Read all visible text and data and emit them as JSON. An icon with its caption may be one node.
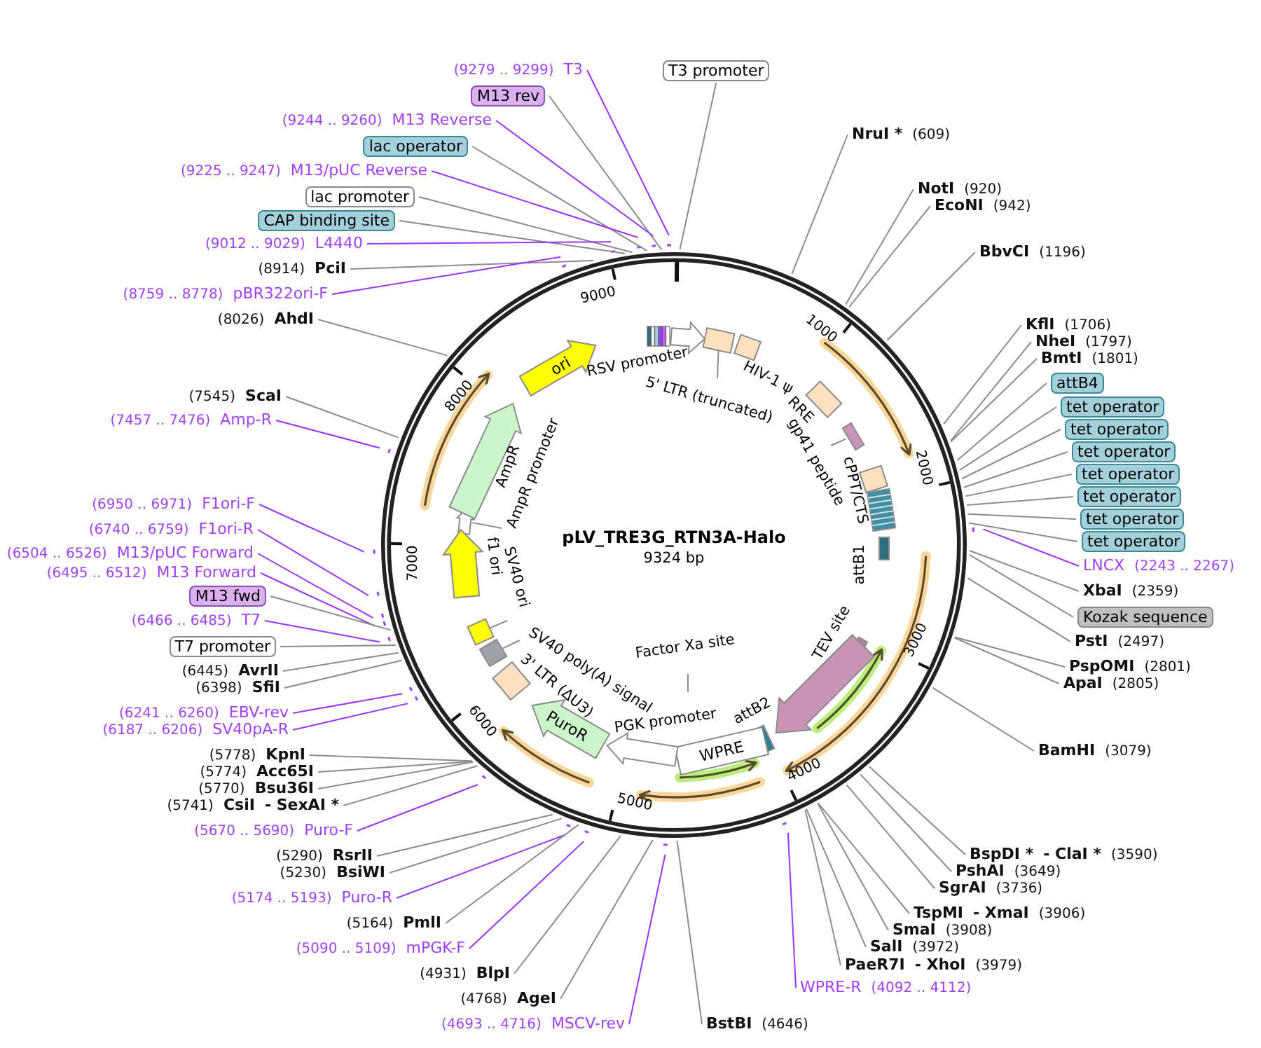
{
  "diagram": {
    "title": "pLV_TRE3G_RTN3A-Halo",
    "nodes": [
      {
        "text": [
          "(9279 .. 9299)",
          "T3"
        ]
      },
      {
        "text": [
          "M13 rev"
        ]
      },
      {
        "text": [
          "(9244 .. 9260)",
          "M13 Reverse"
        ]
      },
      {
        "text": [
          "lac operator"
        ]
      },
      {
        "text": [
          "(9225 .. 9247)",
          "M13/pUC Reverse"
        ]
      },
      {
        "text": [
          "lac promoter"
        ]
      },
      {
        "text": [
          "CAP binding site"
        ]
      },
      {
        "text": [
          "(9012 .. 9029)",
          "L4440"
        ]
      },
      {
        "text": [
          "(8914)",
          "PciI"
        ]
      },
      {
        "text": [
          "(8759 .. 8778)",
          "pBR322ori-F"
        ]
      },
      {
        "text": [
          "(8026)",
          "AhdI"
        ]
      },
      {
        "text": [
          "(7545)",
          "ScaI"
        ]
      },
      {
        "text": [
          "(7457 .. 7476)",
          "Amp-R"
        ]
      },
      {
        "text": [
          "(6950 .. 6971)",
          "F1ori-F"
        ]
      },
      {
        "text": [
          "(6740 .. 6759)",
          "F1ori-R"
        ]
      },
      {
        "text": [
          "(6504 .. 6526)",
          "M13/pUC Forward"
        ]
      },
      {
        "text": [
          "(6495 .. 6512)",
          "M13 Forward"
        ]
      },
      {
        "text": [
          "M13 fwd"
        ]
      },
      {
        "text": [
          "(6466 .. 6485)",
          "T7"
        ]
      },
      {
        "text": [
          "T7 promoter"
        ]
      },
      {
        "text": [
          "(6445)",
          "AvrII"
        ]
      },
      {
        "text": [
          "(6398)",
          "SfiI"
        ]
      },
      {
        "text": [
          "(6241 .. 6260)",
          "EBV-rev"
        ]
      },
      {
        "text": [
          "(6187 .. 6206)",
          "SV40pA-R"
        ]
      },
      {
        "text": [
          "(5778)",
          "KpnI"
        ]
      },
      {
        "text": [
          "(5774)",
          "Acc65I"
        ]
      },
      {
        "text": [
          "(5770)",
          "Bsu36I"
        ]
      },
      {
        "text": [
          "(5741)",
          "CsiI",
          "- SexAI *"
        ]
      },
      {
        "text": [
          "(5670 .. 5690)",
          "Puro-F"
        ]
      },
      {
        "text": [
          "(5290)",
          "RsrII"
        ]
      },
      {
        "text": [
          "(5230)",
          "BsiWI"
        ]
      },
      {
        "text": [
          "(5174 .. 5193)",
          "Puro-R"
        ]
      },
      {
        "text": [
          "(5164)",
          "PmlI"
        ]
      },
      {
        "text": [
          "(5090 .. 5109)",
          "mPGK-F"
        ]
      },
      {
        "text": [
          "(4931)",
          "BlpI"
        ]
      },
      {
        "text": [
          "(4768)",
          "AgeI"
        ]
      },
      {
        "text": [
          "(4693 .. 4716)",
          "MSCV-rev"
        ]
      },
      {
        "text": [
          "T3 promoter"
        ]
      },
      {
        "text": [
          "NruI *",
          "(609)"
        ]
      },
      {
        "text": [
          "NotI",
          "(920)"
        ]
      },
      {
        "text": [
          "EcoNI",
          "(942)"
        ]
      },
      {
        "text": [
          "BbvCI",
          "(1196)"
        ]
      },
      {
        "text": [
          "KflI",
          "(1706)"
        ]
      },
      {
        "text": [
          "NheI",
          "(1797)"
        ]
      },
      {
        "text": [
          "BmtI",
          "(1801)"
        ]
      },
      {
        "text": [
          "attB4"
        ]
      },
      {
        "text": [
          "tet operator"
        ]
      },
      {
        "text": [
          "tet operator"
        ]
      },
      {
        "text": [
          "tet operator"
        ]
      },
      {
        "text": [
          "tet operator"
        ]
      },
      {
        "text": [
          "tet operator"
        ]
      },
      {
        "text": [
          "tet operator"
        ]
      },
      {
        "text": [
          "tet operator"
        ]
      },
      {
        "text": [
          "LNCX",
          "(2243 .. 2267)"
        ]
      },
      {
        "text": [
          "XbaI",
          "(2359)"
        ]
      },
      {
        "text": [
          "Kozak sequence"
        ]
      },
      {
        "text": [
          "PstI",
          "(2497)"
        ]
      },
      {
        "text": [
          "PspOMI",
          "(2801)"
        ]
      },
      {
        "text": [
          "ApaI",
          "(2805)"
        ]
      },
      {
        "text": [
          "BamHI",
          "(3079)"
        ]
      },
      {
        "text": [
          "BspDI *",
          "- ClaI *",
          "(3590)"
        ]
      },
      {
        "text": [
          "PshAI",
          "(3649)"
        ]
      },
      {
        "text": [
          "SgrAI",
          "(3736)"
        ]
      },
      {
        "text": [
          "TspMI",
          "- XmaI",
          "(3906)"
        ]
      },
      {
        "text": [
          "SmaI",
          "(3908)"
        ]
      },
      {
        "text": [
          "SalI",
          "(3972)"
        ]
      },
      {
        "text": [
          "PaeR7I",
          "- XhoI",
          "(3979)"
        ]
      },
      {
        "text": [
          "WPRE-R",
          "(4092 .. 4112)"
        ]
      },
      {
        "text": [
          "BstBI",
          "(4646)"
        ]
      },
      {
        "text": [
          "ori"
        ]
      },
      {
        "text": [
          "PuroR"
        ]
      },
      {
        "text": [
          "WPRE"
        ]
      },
      {
        "text": [],
        "shape": "arrow"
      },
      {
        "text": [
          "5' LTR (truncated)"
        ]
      },
      {
        "text": [
          "gp41 peptide"
        ]
      },
      {
        "text": [
          "AmpR promoter"
        ]
      },
      {
        "text": [
          "SV40 ori"
        ]
      },
      {
        "text": [
          "SV40 poly(A) signal"
        ]
      },
      {
        "text": [
          "Factor Xa site"
        ]
      },
      {
        "text": [],
        "shape": "box"
      },
      {
        "text": [],
        "shape": "box"
      },
      {
        "text": [],
        "shape": "arrow"
      },
      {
        "text": [],
        "shape": "box"
      },
      {
        "text": [],
        "shape": "box"
      },
      {
        "text": [],
        "shape": "arrow"
      },
      {
        "text": [],
        "shape": "arrow"
      },
      {
        "text": [],
        "shape": "arrow"
      },
      {
        "text": [],
        "shape": "arrow"
      }
    ],
    "edges": [
      {
        "from": 0,
        "to": null,
        "arrow": "none",
        "color": "#9933ff"
      },
      {
        "from": 1,
        "to": null,
        "arrow": "none"
      },
      {
        "from": 2,
        "to": null,
        "arrow": "none",
        "color": "#9933ff"
      },
      {
        "from": 3,
        "to": null,
        "arrow": "none"
      },
      {
        "from": 4,
        "to": null,
        "arrow": "none",
        "color": "#9933ff"
      },
      {
        "from": 5,
        "to": null,
        "arrow": "none"
      },
      {
        "from": 6,
        "to": null,
        "arrow": "none"
      },
      {
        "from": 7,
        "to": null,
        "arrow": "none",
        "color": "#9933ff"
      },
      {
        "from": 8,
        "to": null,
        "arrow": "none"
      },
      {
        "from": 9,
        "to": null,
        "arrow": "none",
        "color": "#9933ff"
      },
      {
        "from": 10,
        "to": null,
        "arrow": "none"
      },
      {
        "from": 11,
        "to": null,
        "arrow": "none"
      },
      {
        "from": 12,
        "to": null,
        "arrow": "none",
        "color": "#9933ff"
      },
      {
        "from": 13,
        "to": null,
        "arrow": "none",
        "color": "#9933ff"
      },
      {
        "from": 14,
        "to": null,
        "arrow": "none",
        "color": "#9933ff"
      },
      {
        "from": 15,
        "to": null,
        "arrow": "none",
        "color": "#9933ff"
      },
      {
        "from": 16,
        "to": null,
        "arrow": "none",
        "color": "#9933ff"
      },
      {
        "from": 17,
        "to": null,
        "arrow": "none"
      },
      {
        "from": 18,
        "to": null,
        "arrow": "none",
        "color": "#9933ff"
      },
      {
        "from": 19,
        "to": null,
        "arrow": "none"
      },
      {
        "from": 20,
        "to": null,
        "arrow": "none"
      },
      {
        "from": 21,
        "to": null,
        "arrow": "none"
      },
      {
        "from": 22,
        "to": null,
        "arrow": "none",
        "color": "#9933ff"
      },
      {
        "from": 23,
        "to": null,
        "arrow": "none",
        "color": "#9933ff"
      },
      {
        "from": 24,
        "to": null,
        "arrow": "none"
      },
      {
        "from": 25,
        "to": null,
        "arrow": "none"
      },
      {
        "from": 26,
        "to": null,
        "arrow": "none"
      },
      {
        "from": 27,
        "to": null,
        "arrow": "none"
      },
      {
        "from": 28,
        "to": null,
        "arrow": "none",
        "color": "#9933ff"
      },
      {
        "from": 29,
        "to": null,
        "arrow": "none"
      },
      {
        "from": 30,
        "to": null,
        "arrow": "none"
      },
      {
        "from": 31,
        "to": null,
        "arrow": "none",
        "color": "#9933ff"
      },
      {
        "from": 32,
        "to": null,
        "arrow": "none"
      },
      {
        "from": 33,
        "to": null,
        "arrow": "none",
        "color": "#9933ff"
      },
      {
        "from": 34,
        "to": null,
        "arrow": "none"
      },
      {
        "from": 35,
        "to": null,
        "arrow": "none"
      },
      {
        "from": 36,
        "to": null,
        "arrow": "none",
        "color": "#9933ff"
      },
      {
        "from": 37,
        "to": null,
        "arrow": "none"
      },
      {
        "from": 38,
        "to": null,
        "arrow": "none"
      },
      {
        "from": 39,
        "to": null,
        "arrow": "none"
      },
      {
        "from": 40,
        "to": null,
        "arrow": "none"
      },
      {
        "from": 41,
        "to": null,
        "arrow": "none"
      },
      {
        "from": 42,
        "to": null,
        "arrow": "none"
      },
      {
        "from": 43,
        "to": null,
        "arrow": "none"
      },
      {
        "from": 44,
        "to": null,
        "arrow": "none"
      },
      {
        "from": 45,
        "to": null,
        "arrow": "none"
      },
      {
        "from": 46,
        "to": null,
        "arrow": "none"
      },
      {
        "from": 47,
        "to": null,
        "arrow": "none"
      },
      {
        "from": 48,
        "to": null,
        "arrow": "none"
      },
      {
        "from": 49,
        "to": null,
        "arrow": "none"
      },
      {
        "from": 50,
        "to": null,
        "arrow": "none"
      },
      {
        "from": 51,
        "to": null,
        "arrow": "none"
      },
      {
        "from": 52,
        "to": null,
        "arrow": "none"
      },
      {
        "from": 53,
        "to": null,
        "arrow": "none",
        "color": "#9933ff"
      },
      {
        "from": 54,
        "to": null,
        "arrow": "none"
      },
      {
        "from": 55,
        "to": null,
        "arrow": "none"
      },
      {
        "from": 56,
        "to": null,
        "arrow": "none"
      },
      {
        "from": 57,
        "to": null,
        "arrow": "none"
      },
      {
        "from": 58,
        "to": null,
        "arrow": "none"
      },
      {
        "from": 59,
        "to": null,
        "arrow": "none"
      },
      {
        "from": 60,
        "to": null,
        "arrow": "none"
      },
      {
        "from": 61,
        "to": null,
        "arrow": "none"
      },
      {
        "from": 62,
        "to": null,
        "arrow": "none"
      },
      {
        "from": 63,
        "to": null,
        "arrow": "none"
      },
      {
        "from": 64,
        "to": null,
        "arrow": "none"
      },
      {
        "from": 65,
        "to": null,
        "arrow": "none"
      },
      {
        "from": 66,
        "to": null,
        "arrow": "none"
      },
      {
        "from": 67,
        "to": null,
        "arrow": "none",
        "color": "#9933ff"
      },
      {
        "from": 68,
        "to": null,
        "arrow": "none"
      },
      {
        "from": 73,
        "to": 79,
        "arrow": "none"
      },
      {
        "from": 74,
        "to": 80,
        "arrow": "none"
      },
      {
        "from": 75,
        "to": 81,
        "arrow": "none"
      },
      {
        "from": 76,
        "to": 82,
        "arrow": "none"
      },
      {
        "from": 77,
        "to": 83,
        "arrow": "none"
      },
      {
        "from": 78,
        "to": null,
        "arrow": "none"
      }
    ],
    "labels": [
      "9324 bp",
      "RSV promoter",
      "HIV-1 ψ",
      "RRE",
      "cPPT/CTS",
      "attB1",
      "TEV site",
      "attB2",
      "PGK promoter",
      "AmpR",
      "f1 ori",
      "3' LTR (ΔU3)",
      "1000",
      "2000",
      "3000",
      "4000",
      "5000",
      "6000",
      "7000",
      "8000",
      "9000"
    ]
  }
}
